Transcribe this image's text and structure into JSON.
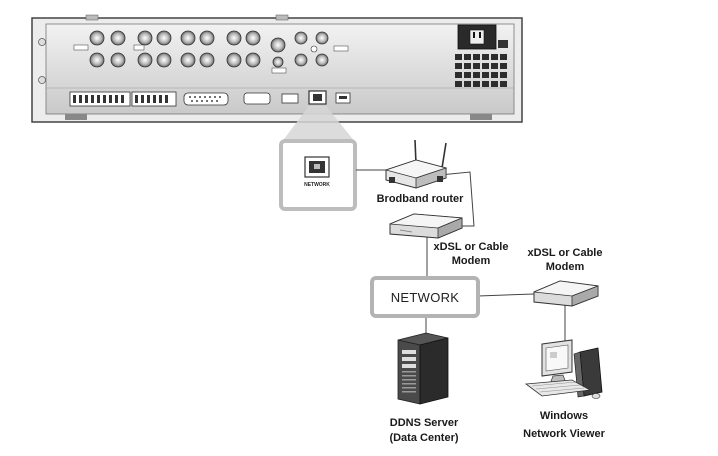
{
  "labels": {
    "router": "Brodband router",
    "modem_left_line1": "xDSL or Cable",
    "modem_left_line2": "Modem",
    "modem_right_line1": "xDSL or Cable",
    "modem_right_line2": "Modem",
    "network": "NETWORK",
    "server_line1": "DDNS Server",
    "server_line2": "(Data Center)",
    "viewer_line1": "Windows",
    "viewer_line2": "Network Viewer",
    "zoom_port": "NETWORK"
  },
  "colors": {
    "outline": "#555555",
    "highlight_frame": "#bdbdbd",
    "line": "#444444"
  }
}
